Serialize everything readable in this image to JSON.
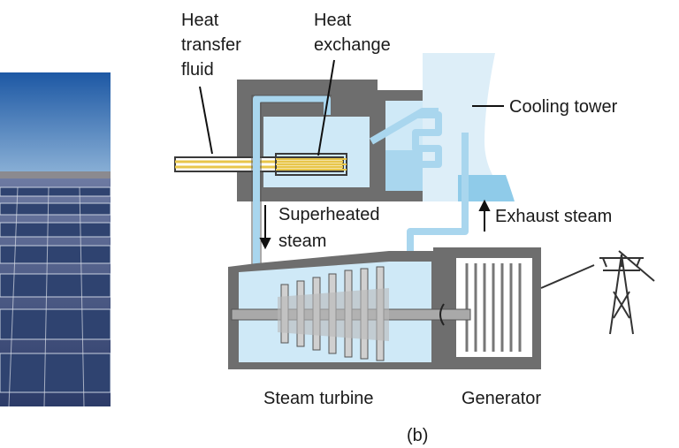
{
  "figure": {
    "sublabel": "(b)"
  },
  "labels": {
    "heat_transfer_fluid": [
      "Heat",
      "transfer",
      "fluid"
    ],
    "heat_exchange": [
      "Heat",
      "exchange"
    ],
    "cooling_tower": "Cooling tower",
    "superheated_steam": [
      "Superheated",
      "steam"
    ],
    "exhaust_steam": "Exhaust steam",
    "steam_turbine": "Steam turbine",
    "generator": "Generator"
  },
  "colors": {
    "casing": "#6e6e6e",
    "casing_dark": "#4a4a4a",
    "water": "#cfe9f7",
    "pipe": "#a9d6ee",
    "fluid_pipe": "#e8c64a",
    "sky": "#1f5fa8",
    "panels": "#2d3f6e"
  }
}
